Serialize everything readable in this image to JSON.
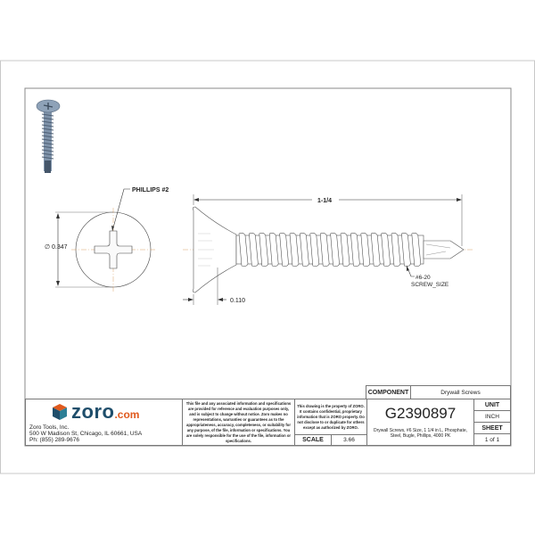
{
  "drawing": {
    "dim_head_diameter": "∅ 0.347",
    "drive_label": "PHILLIPS #2",
    "dim_length": "1-1/4",
    "dim_head_height": "0.110",
    "thread_size": "#6-20",
    "thread_label": "SCREW_SIZE"
  },
  "title_block": {
    "brand": {
      "name": "zoro",
      "suffix": ".com",
      "colors": {
        "orange": "#e05a1e",
        "navy": "#1f4e6b",
        "teal": "#2d7f96"
      }
    },
    "company": "Zoro Tools, Inc.",
    "address": "500 W Madison St, Chicago, IL 60661, USA",
    "phone": "Ph: (855) 289-9676",
    "disclaimer": "This file and any associated information and specifications are provided for reference and evaluation purposes only, and is subject to change without notice. Zoro makes no representations, warranties or guarantees as to the appropriateness, accuracy, completeness, or suitability for any purpose, of the file, information or specifications. You are solely responsible for the use of the file, information or specifications.",
    "property_notice": "This drawing is the property of ZORO. It contains confidential, proprietary information that is ZORO property. Do not disclose to or duplicate for others except as authorized by ZORO.",
    "scale_label": "SCALE",
    "scale_value": "3.66",
    "component_label": "COMPONENT",
    "component_value": "Drywall Screws",
    "part_number": "G2390897",
    "description": "Drywall Screws, #6 Size, 1 1/4 in L, Phosphate, Steel, Bugle, Phillips, 4000 PK",
    "unit_label": "UNIT",
    "unit_value": "INCH",
    "sheet_label": "SHEET",
    "sheet_value": "1 of 1"
  }
}
